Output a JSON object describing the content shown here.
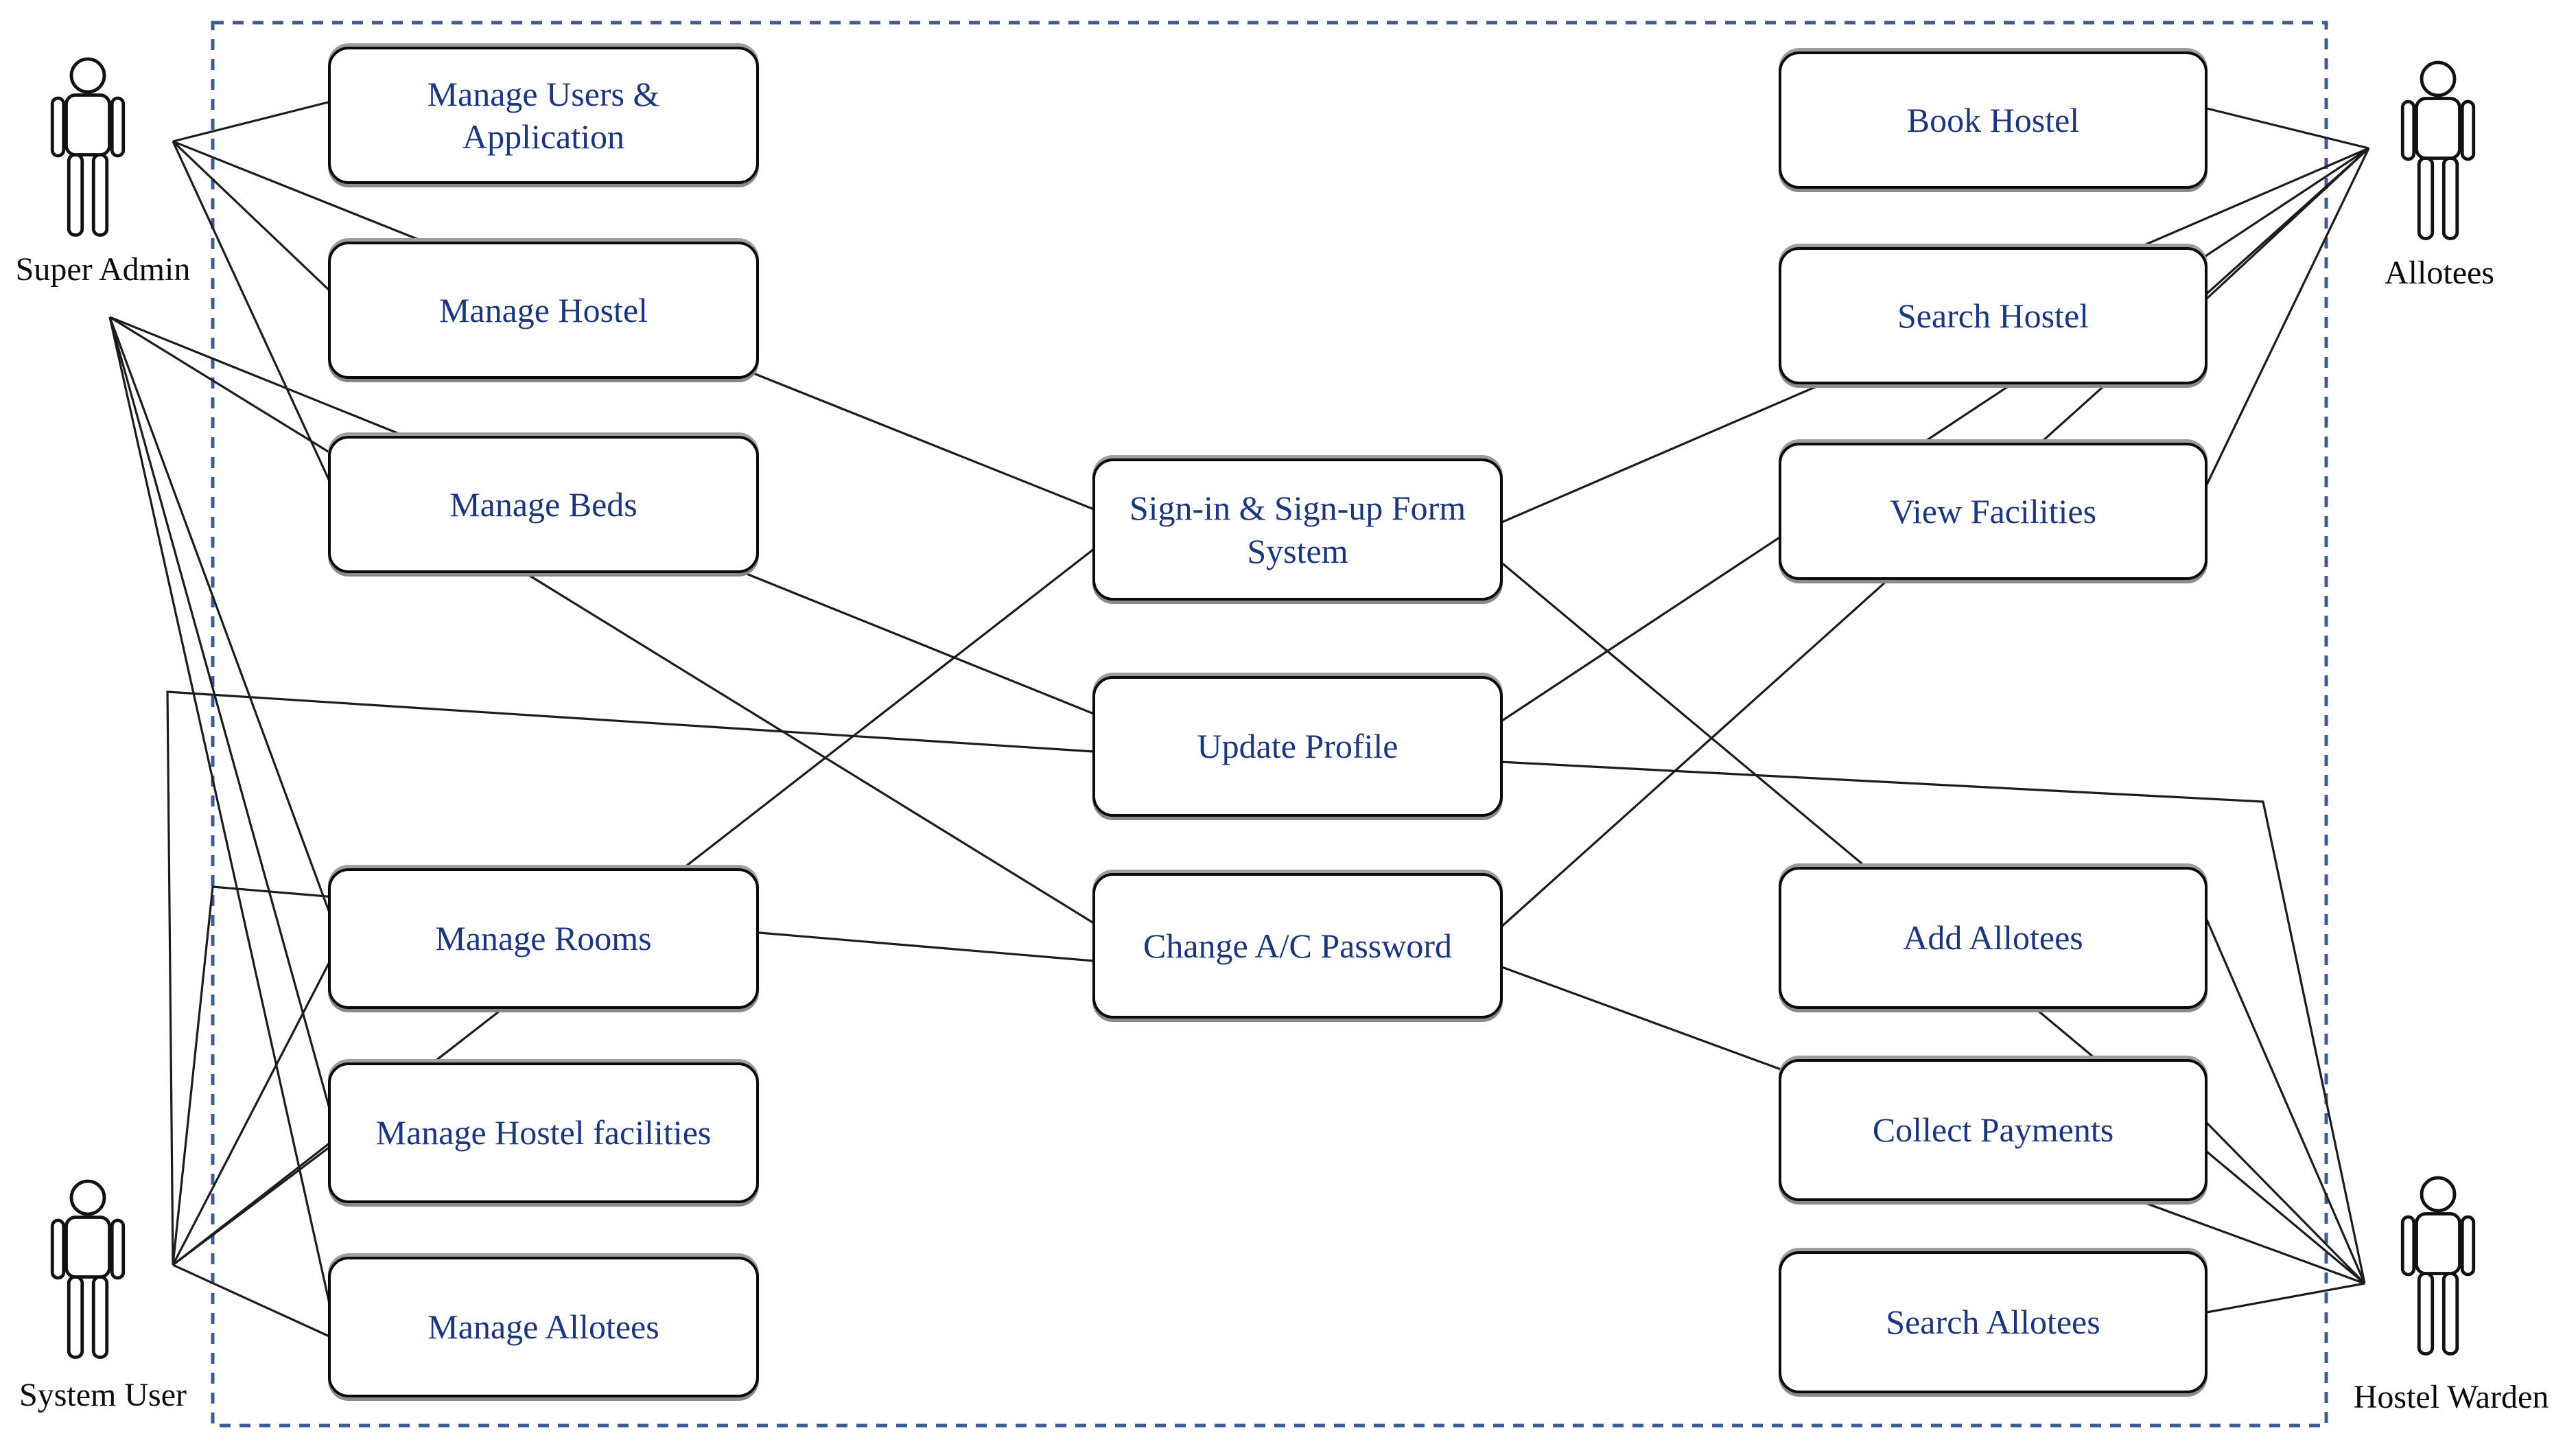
{
  "diagram": {
    "type": "UML Use Case Diagram - Hostel Management System",
    "colors": {
      "boundary_dash": "#3d5c96",
      "use_case_text": "#1c357f",
      "actor_text": "#0a0a0a",
      "association_line": "#1c1c1c",
      "box_border": "#0a0a0a",
      "box_fill": "#ffffff"
    },
    "actors": {
      "super_admin": {
        "label": "Super Admin"
      },
      "system_user": {
        "label": "System User"
      },
      "allotees": {
        "label": "Allotees"
      },
      "hostel_warden": {
        "label": "Hostel Warden"
      }
    },
    "use_cases": {
      "manage_users": {
        "label": "Manage Users & Application"
      },
      "manage_hostel": {
        "label": "Manage Hostel"
      },
      "manage_beds": {
        "label": "Manage Beds"
      },
      "manage_rooms": {
        "label": "Manage Rooms"
      },
      "manage_hostel_facilities": {
        "label": "Manage Hostel facilities"
      },
      "manage_allotees": {
        "label": "Manage Allotees"
      },
      "sign_in_sign_up": {
        "label": "Sign-in & Sign-up Form System"
      },
      "update_profile": {
        "label": "Update Profile"
      },
      "change_ac_password": {
        "label": "Change A/C Password"
      },
      "book_hostel": {
        "label": "Book Hostel"
      },
      "search_hostel": {
        "label": "Search Hostel"
      },
      "view_facilities": {
        "label": "View Facilities"
      },
      "add_allotees": {
        "label": "Add Allotees"
      },
      "collect_payments": {
        "label": "Collect Payments"
      },
      "search_allotees": {
        "label": "Search Allotees"
      }
    },
    "associations": [
      {
        "actor": "Super Admin",
        "use_cases": [
          "Manage Users & Application",
          "Manage Hostel",
          "Manage Beds",
          "Manage Rooms",
          "Manage Hostel facilities",
          "Manage Allotees",
          "Sign-in & Sign-up Form System",
          "Update Profile",
          "Change A/C Password"
        ]
      },
      {
        "actor": "System User",
        "use_cases": [
          "Manage Rooms",
          "Manage Hostel facilities",
          "Manage Allotees",
          "Sign-in & Sign-up Form System",
          "Update Profile",
          "Change A/C Password"
        ]
      },
      {
        "actor": "Allotees",
        "use_cases": [
          "Book Hostel",
          "Search Hostel",
          "View Facilities",
          "Sign-in & Sign-up Form System",
          "Update Profile",
          "Change A/C Password"
        ]
      },
      {
        "actor": "Hostel Warden",
        "use_cases": [
          "Add Allotees",
          "Collect Payments",
          "Search Allotees",
          "Sign-in & Sign-up Form System",
          "Update Profile",
          "Change A/C Password"
        ]
      }
    ]
  }
}
